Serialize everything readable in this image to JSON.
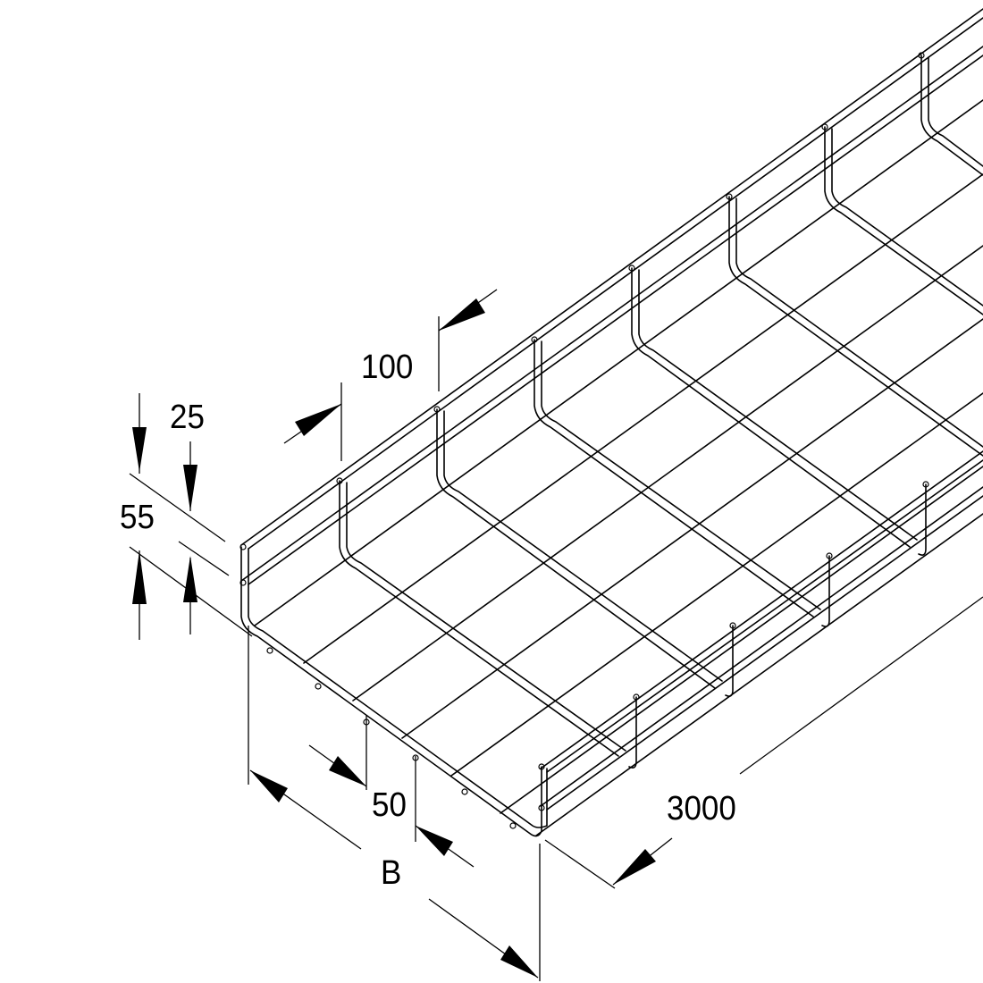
{
  "diagram": {
    "subject": "wire mesh cable tray, isometric",
    "dimensions": {
      "mesh_pitch_length": "100",
      "mesh_pitch_width": "50",
      "side_height": "55",
      "lip_height": "25",
      "width": "B",
      "length": "3000"
    }
  }
}
